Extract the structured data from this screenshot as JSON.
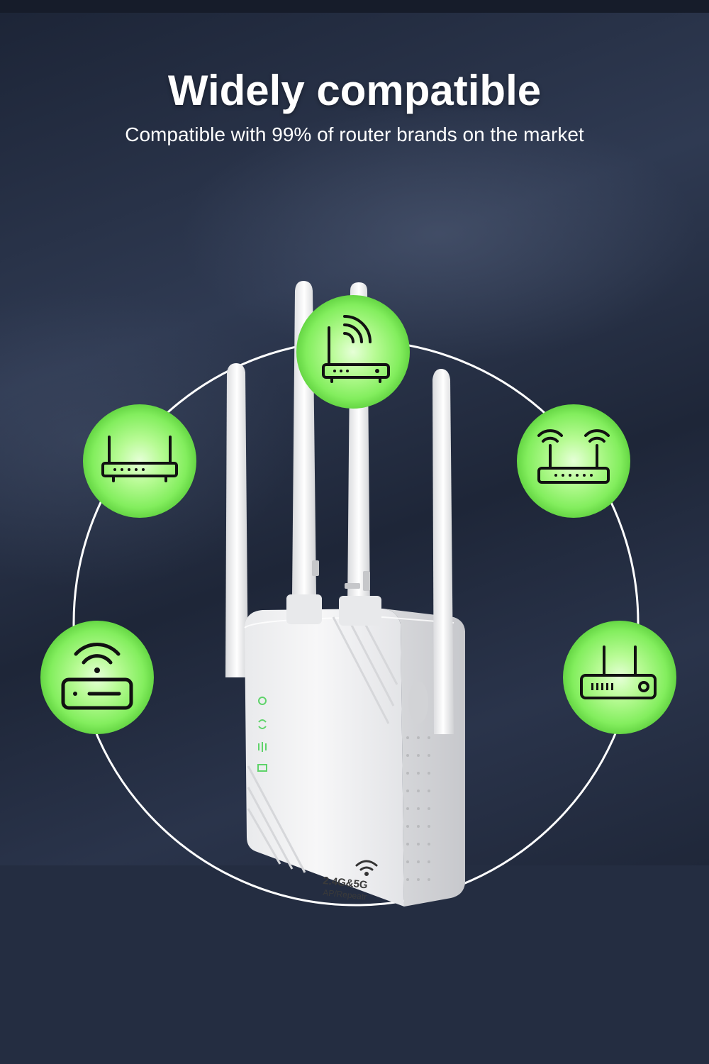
{
  "headline": "Widely compatible",
  "subline": "Compatible with 99% of router brands on the market",
  "device": {
    "band_label": "2.4G&5G",
    "mode_label": "AP/Repeatr"
  },
  "colors": {
    "accent_green": "#7ff05a",
    "ring": "#ffffff",
    "background": "#252e41"
  },
  "icons": [
    "antenna-router-wifi-icon",
    "flat-router-icon",
    "dual-antenna-router-icon",
    "wifi-modem-icon",
    "two-antenna-modem-icon"
  ]
}
